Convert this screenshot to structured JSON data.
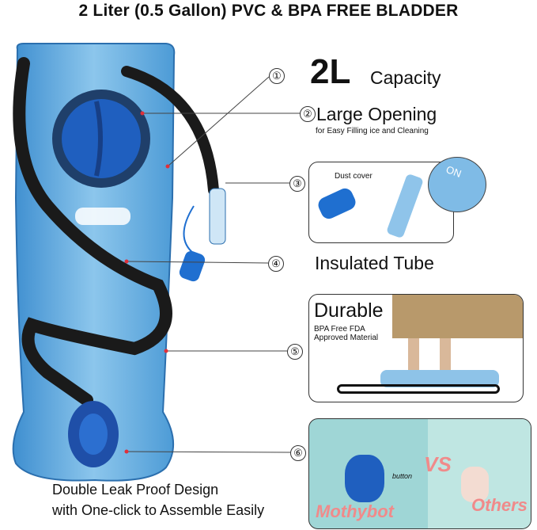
{
  "title": "2 Liter (0.5 Gallon) PVC & BPA FREE BLADDER",
  "features": {
    "capacity": {
      "number": "①",
      "value": "2L",
      "label": "Capacity"
    },
    "opening": {
      "number": "②",
      "label": "Large Opening",
      "sub": "for Easy Filling ice and Cleaning"
    },
    "dust_cover": {
      "number": "③",
      "label": "Dust cover",
      "badge": "ON"
    },
    "tube": {
      "number": "④",
      "label": "Insulated Tube"
    },
    "durable": {
      "number": "⑤",
      "label": "Durable",
      "sub1": "BPA Free FDA",
      "sub2": "Approved Material"
    },
    "leak_proof": {
      "number": "⑥",
      "button_label": "button",
      "vs": "VS",
      "brand": "Mothybot",
      "others": "Others"
    }
  },
  "bottom": {
    "line1": "Double Leak Proof Design",
    "line2": "with One-click to Assemble Easily"
  },
  "colors": {
    "bladder": "#5aa6dc",
    "cap": "#1f5fbf",
    "tube": "#1a1a1a",
    "accent_red": "#e0303a",
    "compare_bg": "#9fd6d6",
    "label_pink": "#f08a8a"
  }
}
